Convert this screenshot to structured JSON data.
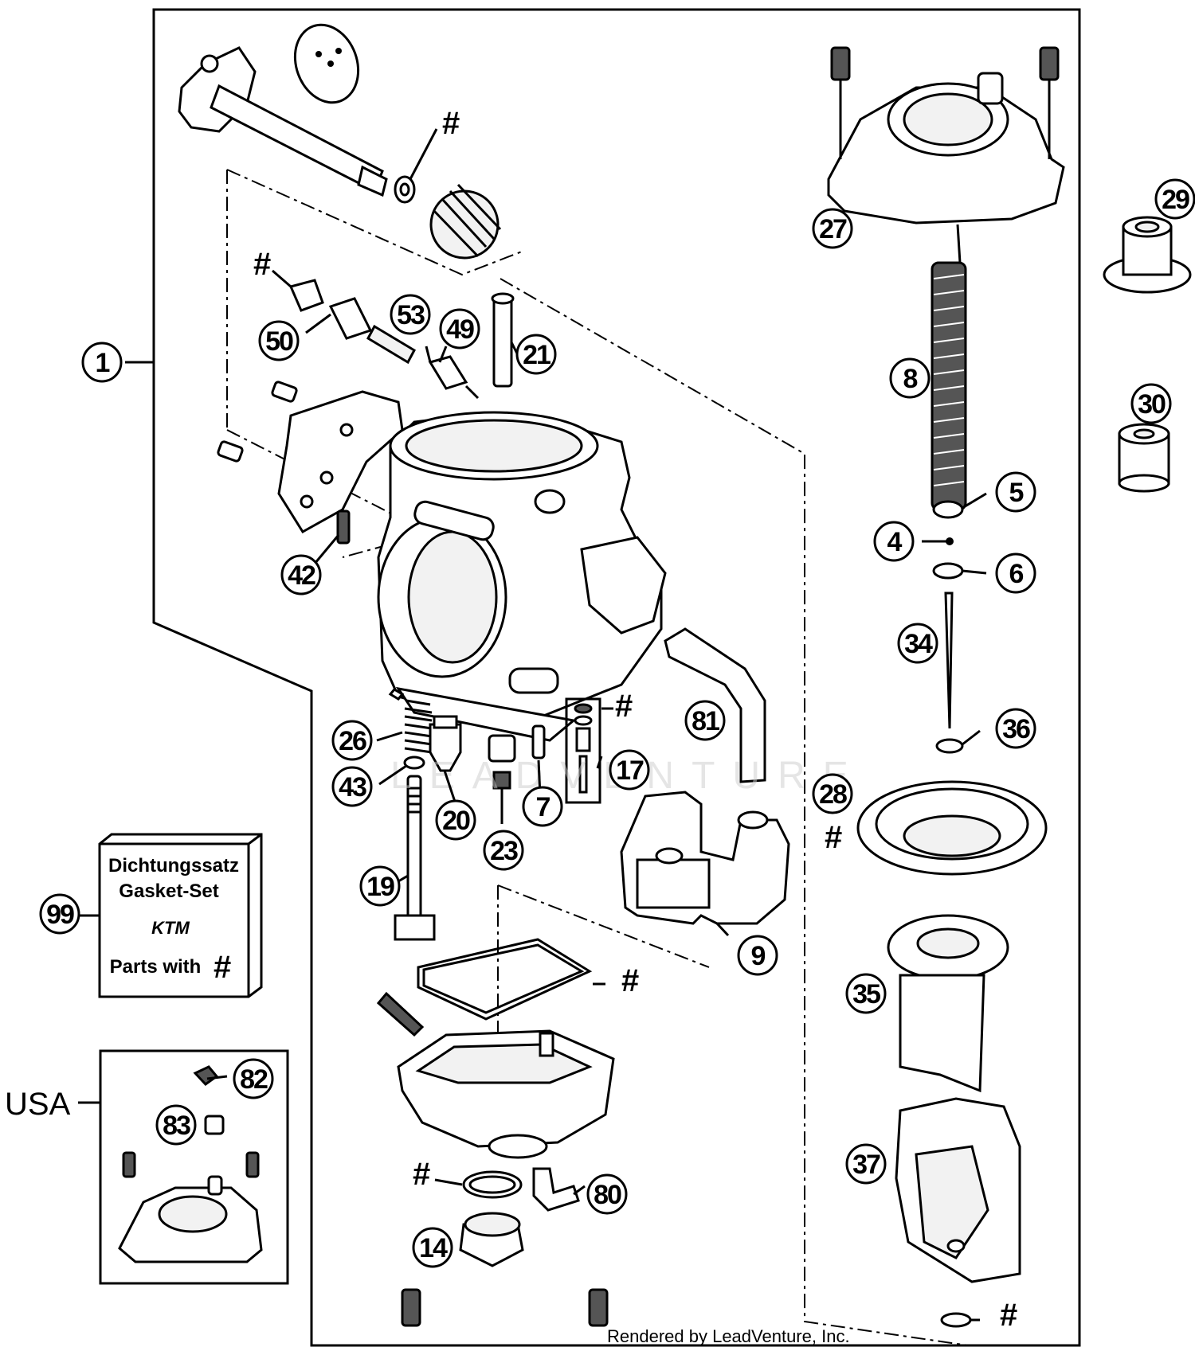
{
  "diagram": {
    "gasket_set": {
      "line1": "Dichtungssatz",
      "line2": "Gasket-Set",
      "logo": "KTM",
      "line3": "Parts with",
      "hash": "#"
    },
    "usa_label": "USA",
    "watermark": "LEADVENTURE",
    "footer": "Rendered by LeadVenture, Inc.",
    "hash_symbol": "#",
    "callouts": [
      {
        "id": "1",
        "label": "1"
      },
      {
        "id": "4",
        "label": "4"
      },
      {
        "id": "5",
        "label": "5"
      },
      {
        "id": "6",
        "label": "6"
      },
      {
        "id": "7",
        "label": "7"
      },
      {
        "id": "8",
        "label": "8"
      },
      {
        "id": "9",
        "label": "9"
      },
      {
        "id": "14",
        "label": "14"
      },
      {
        "id": "17",
        "label": "17"
      },
      {
        "id": "19",
        "label": "19"
      },
      {
        "id": "20",
        "label": "20"
      },
      {
        "id": "21",
        "label": "21"
      },
      {
        "id": "23",
        "label": "23"
      },
      {
        "id": "26",
        "label": "26"
      },
      {
        "id": "27",
        "label": "27"
      },
      {
        "id": "28",
        "label": "28"
      },
      {
        "id": "29",
        "label": "29"
      },
      {
        "id": "30",
        "label": "30"
      },
      {
        "id": "34",
        "label": "34"
      },
      {
        "id": "35",
        "label": "35"
      },
      {
        "id": "36",
        "label": "36"
      },
      {
        "id": "37",
        "label": "37"
      },
      {
        "id": "42",
        "label": "42"
      },
      {
        "id": "43",
        "label": "43"
      },
      {
        "id": "49",
        "label": "49"
      },
      {
        "id": "50",
        "label": "50"
      },
      {
        "id": "53",
        "label": "53"
      },
      {
        "id": "80",
        "label": "80"
      },
      {
        "id": "81",
        "label": "81"
      },
      {
        "id": "82",
        "label": "82"
      },
      {
        "id": "83",
        "label": "83"
      },
      {
        "id": "99",
        "label": "99"
      }
    ]
  }
}
